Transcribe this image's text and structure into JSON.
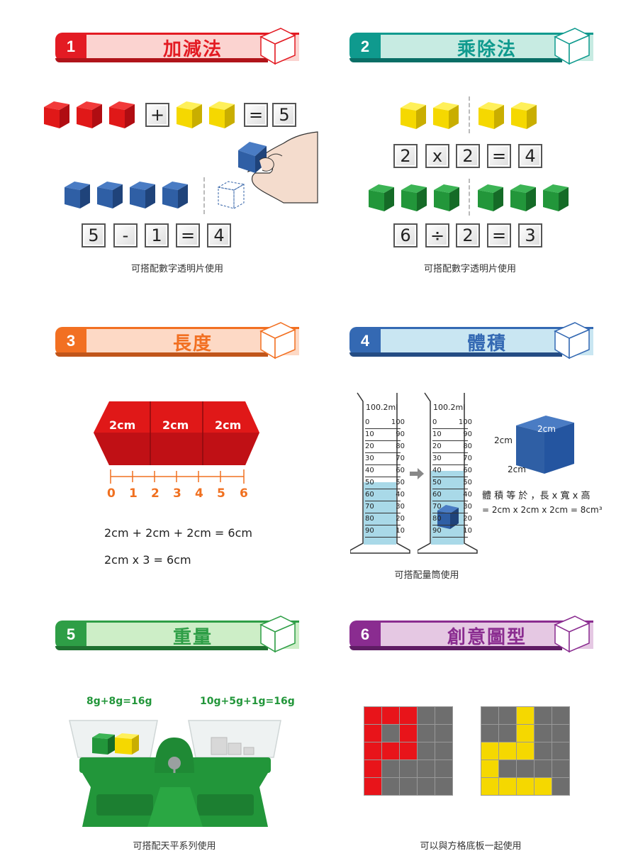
{
  "sections": [
    {
      "num": "1",
      "title": "加減法",
      "color": "#e31b23",
      "bg": "#fbd3d0",
      "shadow": "#b0141a"
    },
    {
      "num": "2",
      "title": "乘除法",
      "color": "#0f9a8e",
      "bg": "#c7ebe2",
      "shadow": "#0a6e66"
    },
    {
      "num": "3",
      "title": "長度",
      "color": "#f27022",
      "bg": "#fdd9c5",
      "shadow": "#c0551a"
    },
    {
      "num": "4",
      "title": "體積",
      "color": "#3469b3",
      "bg": "#c9e6f2",
      "shadow": "#244c84"
    },
    {
      "num": "5",
      "title": "重量",
      "color": "#2e9e46",
      "bg": "#cdeec7",
      "shadow": "#1f7030"
    },
    {
      "num": "6",
      "title": "創意圖型",
      "color": "#8a2c90",
      "bg": "#e5c8e3",
      "shadow": "#5f1d64"
    }
  ],
  "add": {
    "row1": [
      "+",
      "=",
      "5"
    ],
    "row2": [
      "5",
      "-",
      "1",
      "=",
      "4"
    ],
    "caption": "可搭配數字透明片使用"
  },
  "mul": {
    "row1": [
      "2",
      "x",
      "2",
      "=",
      "4"
    ],
    "row2": [
      "6",
      "÷",
      "2",
      "=",
      "3"
    ],
    "caption": "可搭配數字透明片使用"
  },
  "length": {
    "segments": [
      "2cm",
      "2cm",
      "2cm"
    ],
    "ruler": [
      "0",
      "1",
      "2",
      "3",
      "4",
      "5",
      "6"
    ],
    "eq1": "2cm + 2cm + 2cm = 6cm",
    "eq2": "2cm x 3 = 6cm"
  },
  "volume": {
    "cylinder_label": "100.2ml",
    "left_scale": [
      "0",
      "10",
      "20",
      "30",
      "40",
      "50",
      "60",
      "70",
      "80",
      "90"
    ],
    "right_scale": [
      "100",
      "90",
      "80",
      "70",
      "60",
      "50",
      "40",
      "30",
      "20",
      "10"
    ],
    "cube_top": "2cm",
    "cube_left": "2cm",
    "cube_bottom": "2cm",
    "formula1": "體 積 等 於 ，長 x 寬 x 高",
    "formula2": "= 2cm x 2cm x 2cm = 8cm³",
    "caption": "可搭配量筒使用"
  },
  "weight": {
    "left_eq": "8g+8g=16g",
    "right_eq": "10g+5g+1g=16g",
    "caption": "可搭配天平系列使用"
  },
  "pattern": {
    "caption": "可以與方格底板一起使用"
  },
  "colors": {
    "red": "#e8141a",
    "yellow": "#f5d800",
    "blue": "#2f5fa5",
    "green": "#22963a",
    "grid_gray": "#6e6e6e"
  }
}
